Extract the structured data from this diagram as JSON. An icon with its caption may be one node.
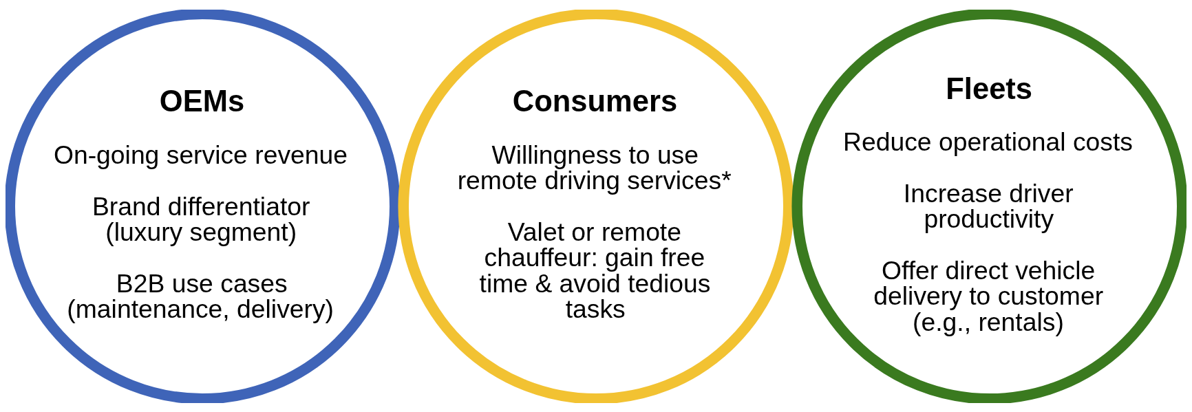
{
  "diagram": {
    "nodes": [
      {
        "text": [
          "OEMs",
          "On-going service revenue",
          "Brand differentiator (luxury segment)",
          "B2B use cases (maintenance, delivery)"
        ]
      },
      {
        "text": [
          "Consumers",
          "Willingness to use remote driving services*",
          "Valet or remote chauffeur: gain free time & avoid tedious tasks"
        ]
      },
      {
        "text": [
          "Fleets",
          "Reduce operational costs",
          "Increase driver productivity",
          "Offer direct vehicle delivery to customer (e.g., rentals)"
        ]
      }
    ],
    "edges": []
  }
}
